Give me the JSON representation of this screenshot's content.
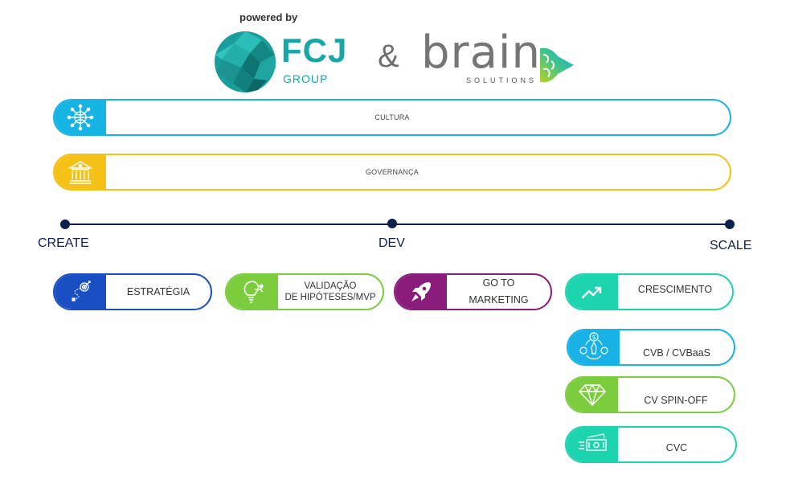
{
  "header": {
    "powered_by": "powered by",
    "fcj_name": "FCJ",
    "fcj_sub": "GROUP",
    "ampersand": "&",
    "brain_name": "brain",
    "brain_sub": "SOLUTIONS"
  },
  "bars": [
    {
      "label": "CULTURA",
      "color": "#16b4e4",
      "icon": "network-globe-icon"
    },
    {
      "label": "GOVERNANÇA",
      "color": "#f6c117",
      "icon": "institution-building-icon"
    }
  ],
  "timeline": {
    "stages": [
      "CREATE",
      "DEV",
      "SCALE"
    ]
  },
  "pills": {
    "estrategia": {
      "label": "ESTRATÉGIA",
      "color": "#1a4fc4",
      "icon": "target-path-icon"
    },
    "validacao": {
      "line1": "VALIDAÇÃO",
      "line2": "DE HIPÓTESES/MVP",
      "color": "#7ccd3d",
      "icon": "lightbulb-icon"
    },
    "gotomarket": {
      "line1": "GO TO",
      "line2": "MARKETING",
      "color": "#8a1d7c",
      "icon": "rocket-icon"
    },
    "crescimento": {
      "label": "CRESCIMENTO",
      "color": "#1cd4ad",
      "icon": "trend-up-icon"
    },
    "cvb": {
      "label": "CVB / CVBaaS",
      "color": "#18b2e6",
      "icon": "investment-cycle-icon"
    },
    "spinoff": {
      "label": "CV SPIN-OFF",
      "color": "#7ccd3d",
      "icon": "diamond-icon"
    },
    "cvc": {
      "label": "CVC",
      "color": "#1cd4ad",
      "icon": "money-flow-icon"
    }
  }
}
